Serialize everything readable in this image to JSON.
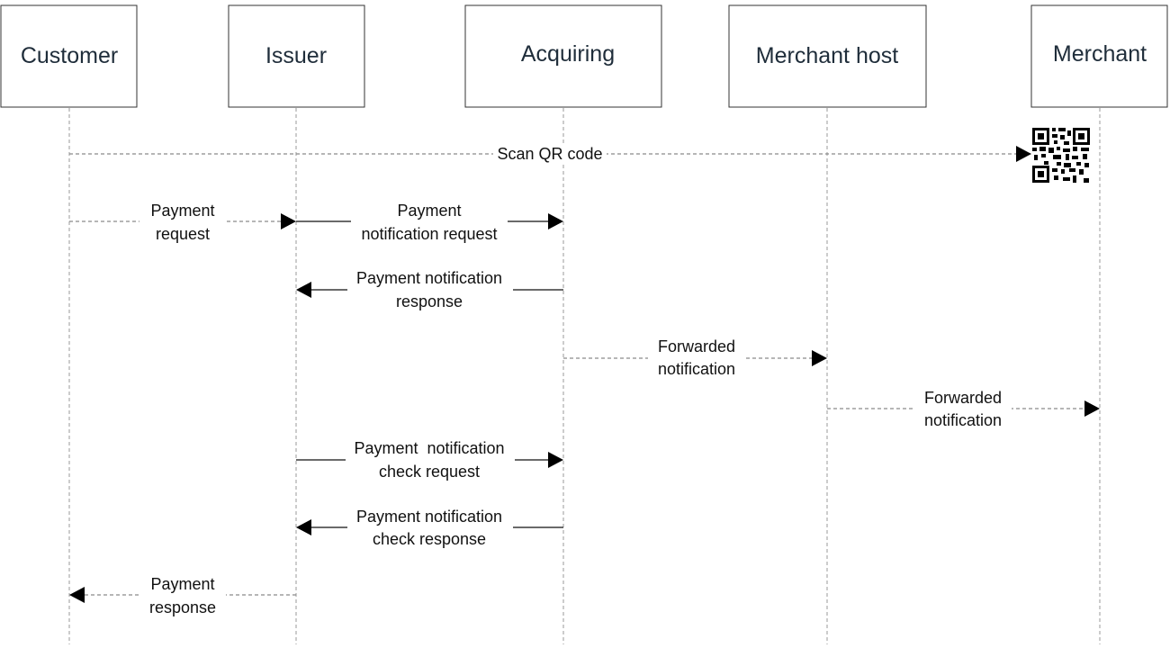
{
  "actors": [
    {
      "id": "customer",
      "label": "Customer"
    },
    {
      "id": "issuer",
      "label": "Issuer"
    },
    {
      "id": "acquiring",
      "label": "Acquiring"
    },
    {
      "id": "merchant_host",
      "label": "Merchant host"
    },
    {
      "id": "merchant",
      "label": "Merchant"
    }
  ],
  "messages": [
    {
      "from": "customer",
      "to": "merchant",
      "style": "dashed",
      "lines": [
        "Scan QR code"
      ],
      "target_icon": "qr-code-icon"
    },
    {
      "from": "customer",
      "to": "issuer",
      "style": "dashed",
      "lines": [
        "Payment",
        "request"
      ]
    },
    {
      "from": "issuer",
      "to": "acquiring",
      "style": "solid",
      "lines": [
        "Payment",
        "notification request"
      ]
    },
    {
      "from": "acquiring",
      "to": "issuer",
      "style": "solid",
      "lines": [
        "Payment notification",
        "response"
      ]
    },
    {
      "from": "acquiring",
      "to": "merchant_host",
      "style": "dashed",
      "lines": [
        "Forwarded",
        "notification"
      ]
    },
    {
      "from": "merchant_host",
      "to": "merchant",
      "style": "dashed",
      "lines": [
        "Forwarded",
        "notification"
      ]
    },
    {
      "from": "issuer",
      "to": "acquiring",
      "style": "solid",
      "lines": [
        "Payment  notification",
        "check request"
      ]
    },
    {
      "from": "acquiring",
      "to": "issuer",
      "style": "solid",
      "lines": [
        "Payment notification",
        "check response"
      ]
    },
    {
      "from": "issuer",
      "to": "customer",
      "style": "dashed",
      "lines": [
        "Payment",
        "response"
      ]
    }
  ]
}
